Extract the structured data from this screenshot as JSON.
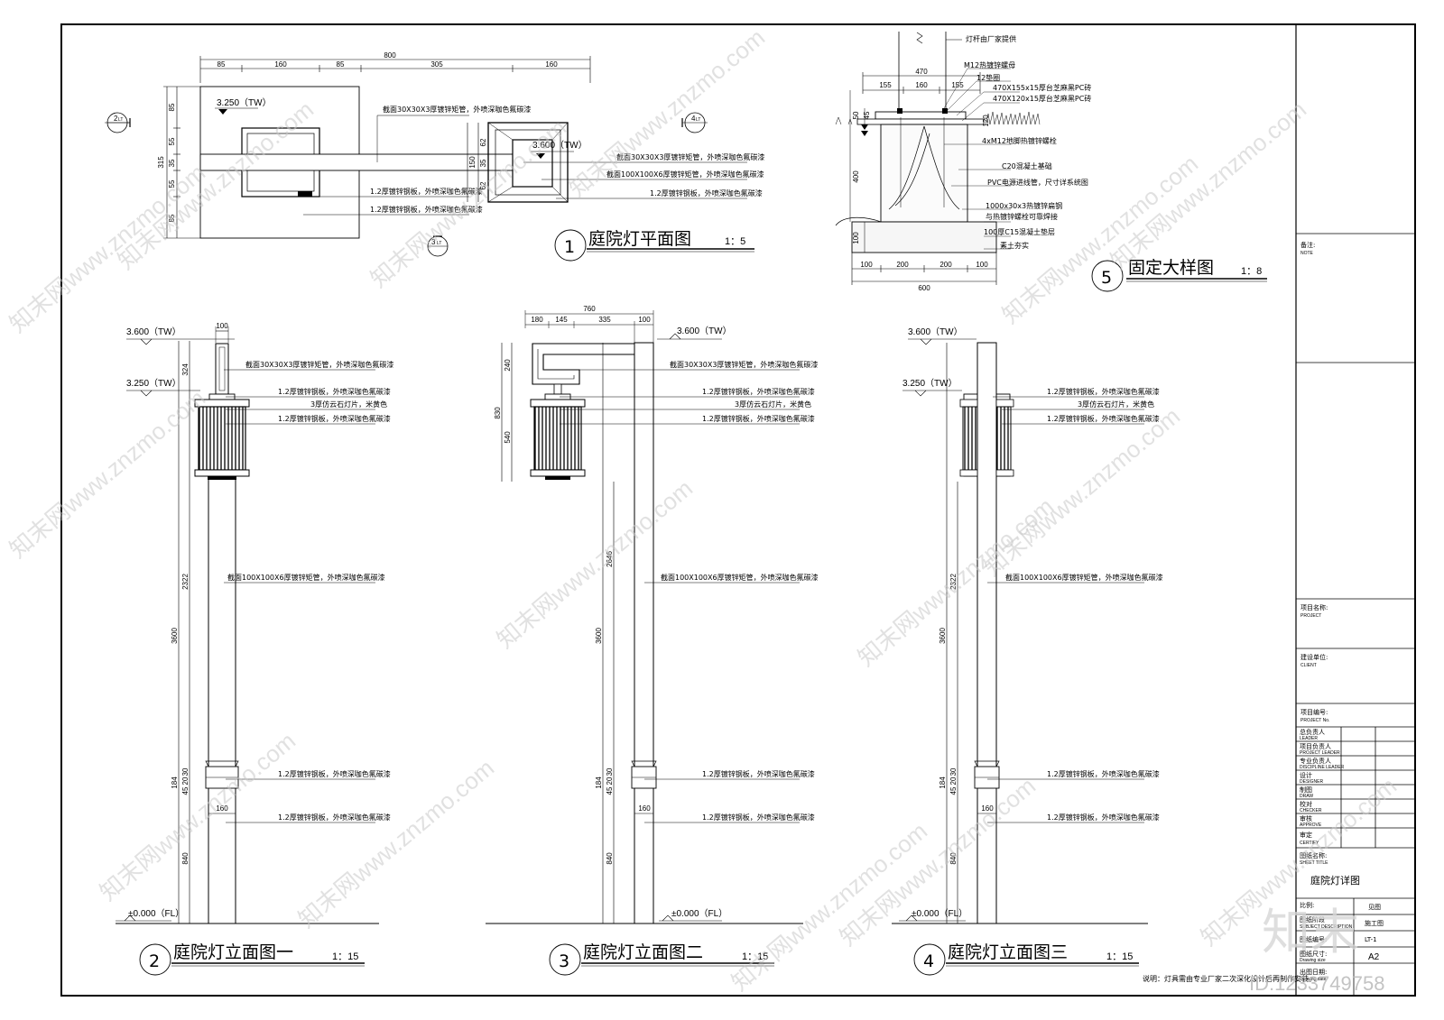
{
  "plan": {
    "title": "庭院灯平面图",
    "scale": "1：5",
    "number": "1",
    "dims_top_total": "800",
    "dims_top": [
      "85",
      "160",
      "85",
      "305",
      "160"
    ],
    "dims_left_total": "315",
    "dims_left": [
      "85",
      "55",
      "35",
      "55",
      "85"
    ],
    "dims_right_total": "150",
    "dims_right": [
      "62",
      "35",
      "62"
    ],
    "level_left": "3.250（TW）",
    "level_right": "3.600（TW）",
    "notes": [
      "截面30X30X3厚镀锌矩管，外喷深咖色氟碳漆",
      "1.2厚镀锌钢板，外喷深咖色氟碳漆",
      "1.2厚镀锌钢板，外喷深咖色氟碳漆"
    ],
    "notes_right": [
      "截面30X30X3厚镀锌矩管，外喷深咖色氟碳漆",
      "截面100X100X6厚镀锌矩管，外喷深咖色氟碳漆",
      "1.2厚镀锌钢板，外喷深咖色氟碳漆"
    ],
    "callouts": [
      {
        "n": "2",
        "s": "LT"
      },
      {
        "n": "4",
        "s": "LT"
      },
      {
        "n": "3",
        "s": "LT"
      }
    ]
  },
  "detail": {
    "title": "固定大样图",
    "scale": "1：8",
    "number": "5",
    "top_note": "灯杆由厂家提供",
    "notes": [
      "M12热镀锌螺母",
      "12垫圈",
      "470X155x15厚台芝麻黑PC砖",
      "470X120x15厚台芝麻黑PC砖",
      "4xM12地脚热镀锌螺栓",
      "C20混凝土基础",
      "PVC电源进线管，尺寸详系统图",
      "1000x30x3热镀锌扁钢",
      "与热镀锌螺栓可靠焊接",
      "100厚C15混凝土垫层",
      "素土夯实"
    ],
    "dims_top": [
      "470",
      "155",
      "160",
      "155"
    ],
    "dims_bottom": [
      "100",
      "200",
      "200",
      "100"
    ],
    "dims_bottom_total": "600",
    "dims_left": [
      "50",
      "45",
      "400",
      "100"
    ],
    "dim_120": "120"
  },
  "elevations": [
    {
      "number": "2",
      "title": "庭院灯立面图一",
      "scale": "1：15",
      "top_dim": "100",
      "level_top": "3.600（TW）",
      "level_mid": "3.250（TW）",
      "level_base": "±0.000（FL）",
      "dims": [
        "324",
        "2322",
        "3600",
        "30",
        "20",
        "45",
        "184",
        "840"
      ],
      "width_dim": "160",
      "notes": [
        "截面30X30X3厚镀锌矩管，外喷深咖色氟碳漆",
        "1.2厚镀锌钢板，外喷深咖色氟碳漆",
        "3厚仿云石灯片，米黄色",
        "1.2厚镀锌钢板，外喷深咖色氟碳漆",
        "截面100X100X6厚镀锌矩管，外喷深咖色氟碳漆",
        "1.2厚镀锌钢板，外喷深咖色氟碳漆",
        "1.2厚镀锌钢板，外喷深咖色氟碳漆"
      ]
    },
    {
      "number": "3",
      "title": "庭院灯立面图二",
      "scale": "1：15",
      "top_dims": [
        "760",
        "180",
        "145",
        "335",
        "100"
      ],
      "level_top": "3.600（TW）",
      "level_base": "±0.000（FL）",
      "dims": [
        "240",
        "830",
        "540",
        "2646",
        "3600",
        "30",
        "20",
        "45",
        "184",
        "840"
      ],
      "width_dim": "160",
      "notes": [
        "截面30X30X3厚镀锌矩管，外喷深咖色氟碳漆",
        "1.2厚镀锌钢板，外喷深咖色氟碳漆",
        "3厚仿云石灯片，米黄色",
        "1.2厚镀锌钢板，外喷深咖色氟碳漆",
        "截面100X100X6厚镀锌矩管，外喷深咖色氟碳漆",
        "1.2厚镀锌钢板，外喷深咖色氟碳漆",
        "1.2厚镀锌钢板，外喷深咖色氟碳漆"
      ]
    },
    {
      "number": "4",
      "title": "庭院灯立面图三",
      "scale": "1：15",
      "level_top": "3.600（TW）",
      "level_mid": "3.250（TW）",
      "level_base": "±0.000（FL）",
      "dims": [
        "2322",
        "3600",
        "30",
        "20",
        "45",
        "184",
        "840"
      ],
      "width_dim": "160",
      "notes": [
        "1.2厚镀锌钢板，外喷深咖色氟碳漆",
        "3厚仿云石灯片，米黄色",
        "1.2厚镀锌钢板，外喷深咖色氟碳漆",
        "截面100X100X6厚镀锌矩管，外喷深咖色氟碳漆",
        "1.2厚镀锌钢板，外喷深咖色氟碳漆",
        "1.2厚镀锌钢板，外喷深咖色氟碳漆"
      ]
    }
  ],
  "footer_note": "说明：灯具需由专业厂家二次深化设计后再制作安装。",
  "title_block": {
    "note_label": "备注:",
    "note_label_en": "NOTE",
    "project_label": "项目名称:",
    "project_label_en": "PROJECT",
    "client_label": "建设单位:",
    "client_label_en": "CLIENT",
    "project_no_label": "项目编号:",
    "project_no_label_en": "PROJECT No.",
    "roles": [
      {
        "cn": "总负责人",
        "en": "LEADER"
      },
      {
        "cn": "项目负责人",
        "en": "PROJECT LEADER"
      },
      {
        "cn": "专业负责人",
        "en": "DISCIPLINE LEADER"
      },
      {
        "cn": "设计",
        "en": "DESIGNER"
      },
      {
        "cn": "制图",
        "en": "DRAW"
      },
      {
        "cn": "校对",
        "en": "CHECKER"
      },
      {
        "cn": "审核",
        "en": "APPROVE"
      },
      {
        "cn": "审定",
        "en": "CERTIFY"
      }
    ],
    "sheet_title_label": "图纸名称:",
    "sheet_title_label_en": "SHEET TITLE",
    "sheet_title": "庭院灯详图",
    "scale_label": "比例:",
    "scale_value": "见图",
    "desc_label": "图纸阶段",
    "desc_label_en": "SUBJECT DESCRIPTION",
    "desc_value": "施工图",
    "drawing_no_label": "图纸编号:",
    "drawing_no_value": "LT-1",
    "size_label": "图纸尺寸:",
    "size_label_en": "Drawing size",
    "size_value": "A2",
    "date_label": "出图日期:",
    "date_label_en": "Drawing date"
  },
  "watermark": {
    "text": "知末网www.znzmo.com",
    "logo": "知末",
    "id": "ID:1233749758"
  }
}
